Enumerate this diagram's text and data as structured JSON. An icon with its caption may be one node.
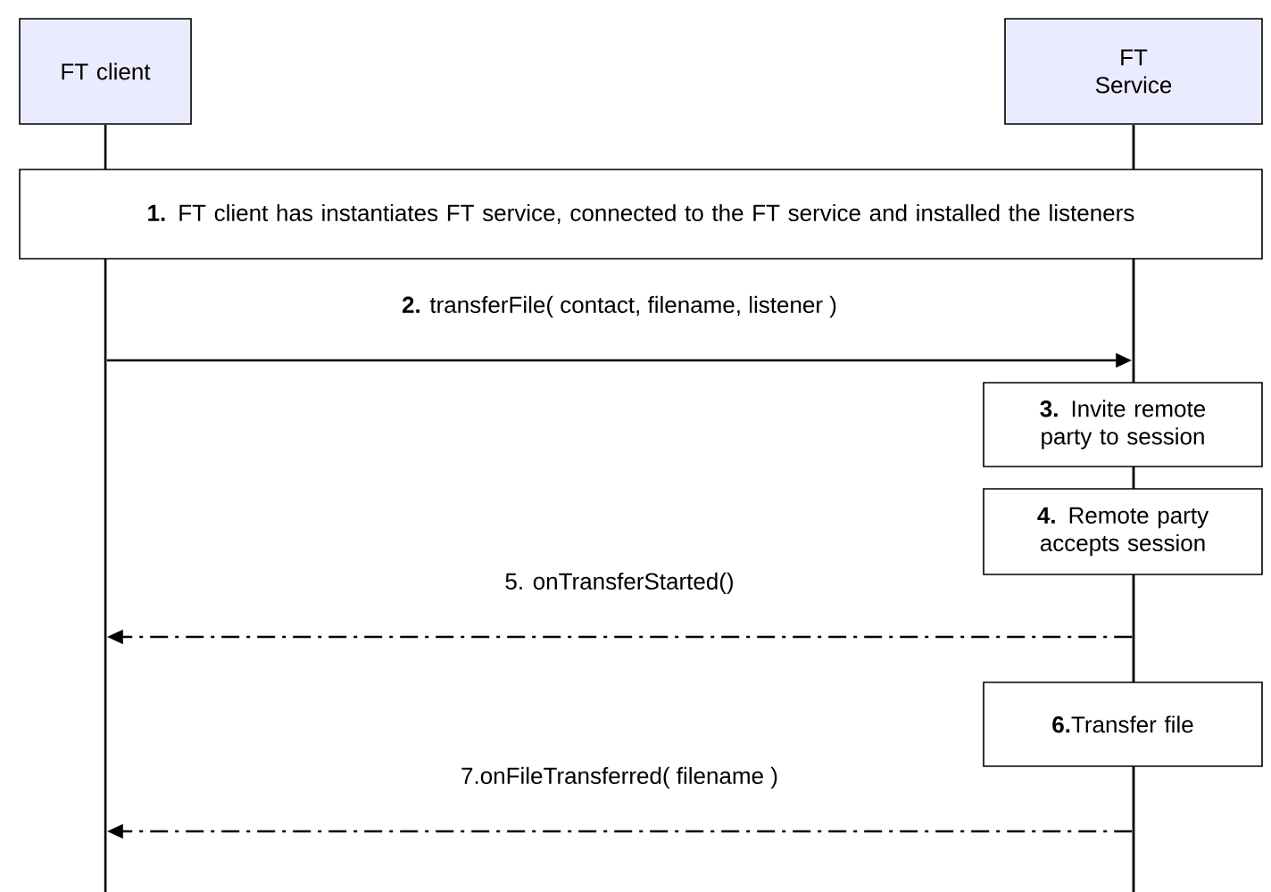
{
  "diagram": {
    "nodes": [
      {
        "text": [
          "FT client"
        ]
      },
      {
        "text": [
          "FT Service"
        ]
      },
      {
        "text": [],
        "shape": "line"
      },
      {
        "text": [],
        "shape": "line"
      },
      {
        "text": [
          "**1.** FT client has instantiates FT service, connected to the FT service and installed the listeners"
        ]
      },
      {
        "text": [
          "**3.** Invite remote party to session"
        ]
      },
      {
        "text": [
          "**4.** Remote party accepts session"
        ]
      },
      {
        "text": [
          "**6.**Transfer file"
        ]
      }
    ],
    "edges": [
      {
        "from": 2,
        "to": 3,
        "arrow": "to",
        "label": "**2.** transferFile( contact, filename, listener )"
      },
      {
        "from": 3,
        "to": 2,
        "arrow": "to",
        "style": "dashed",
        "label": "5. onTransferStarted()"
      },
      {
        "from": 3,
        "to": 2,
        "arrow": "to",
        "style": "dashed",
        "label": "7.onFileTransferred( filename )"
      }
    ]
  }
}
